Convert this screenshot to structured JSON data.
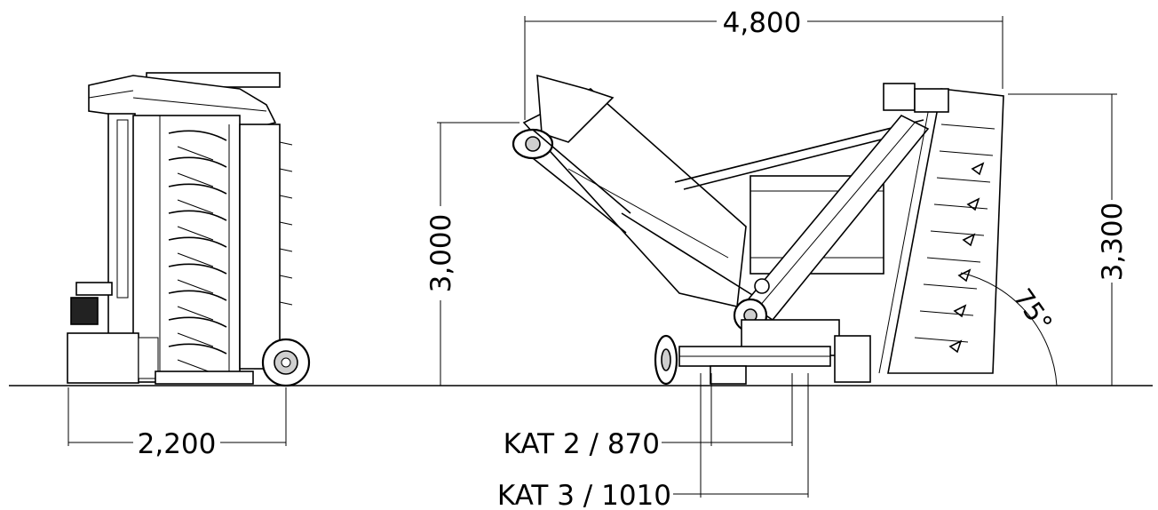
{
  "dimensions": {
    "side_width": "2,200",
    "side_height": "3,000",
    "overall_length": "4,800",
    "right_height": "3,300",
    "angle": "75°",
    "cat2": "KAT 2 / 870",
    "cat3": "KAT 3 / 1010"
  }
}
